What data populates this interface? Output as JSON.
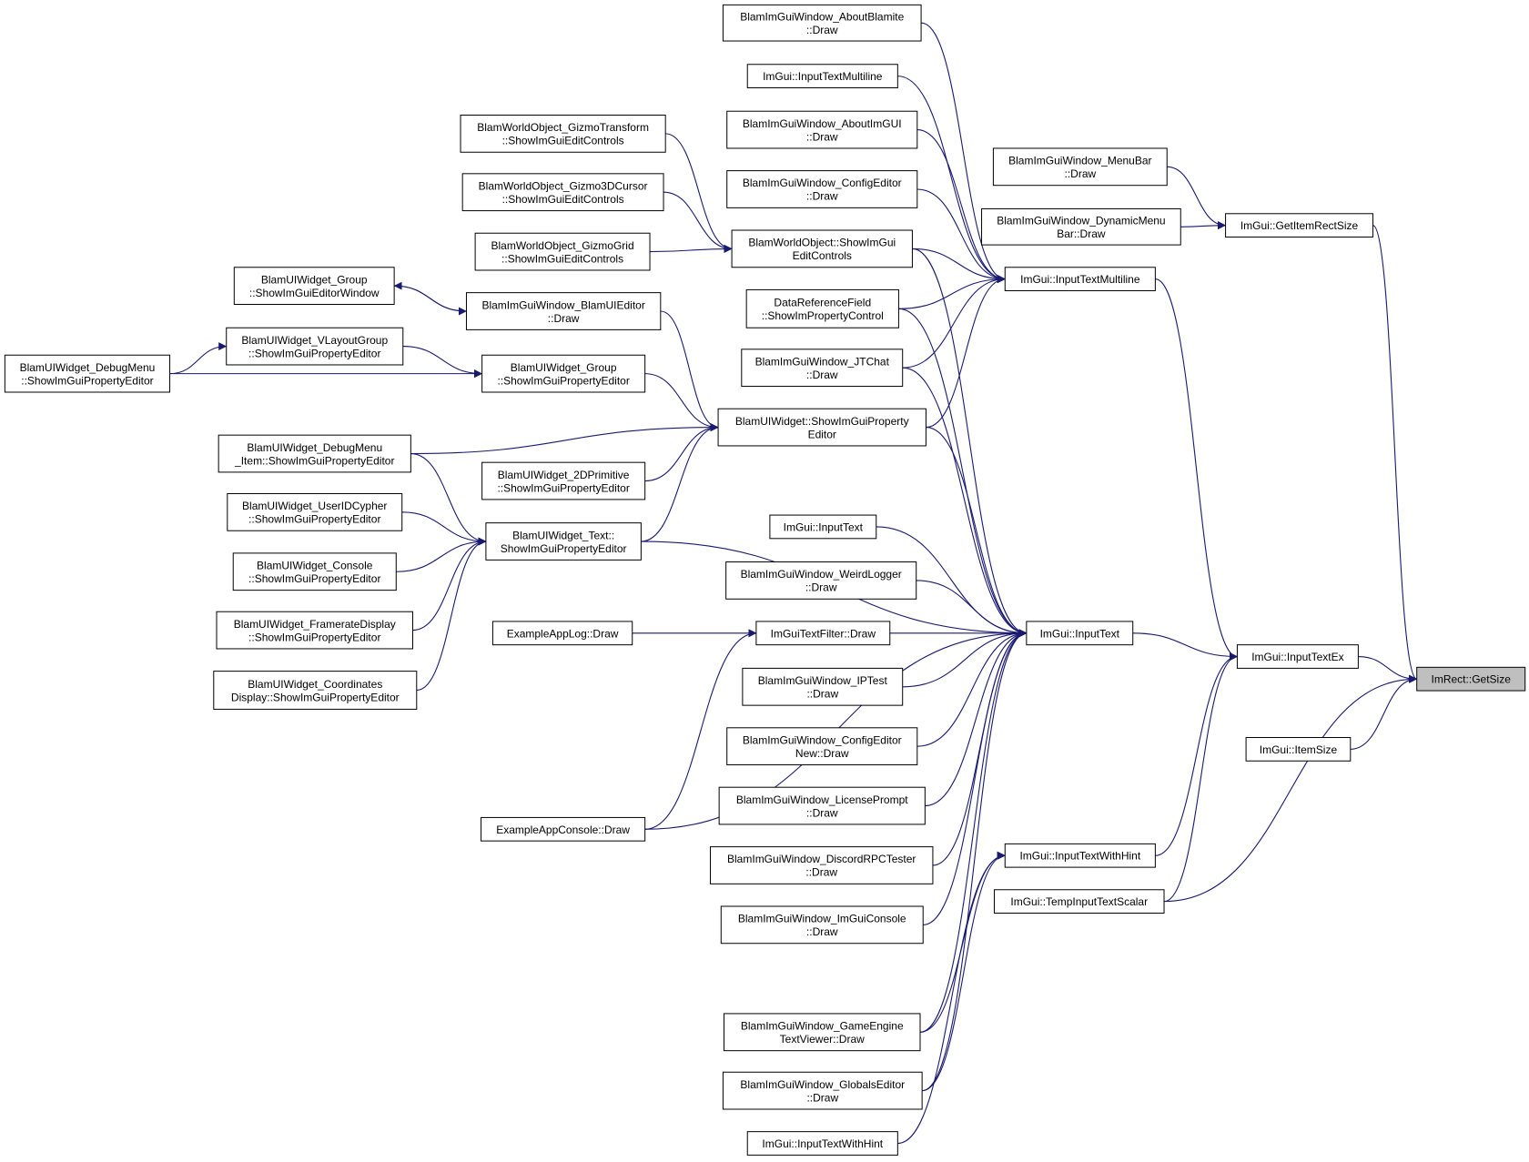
{
  "nodes": [
    {
      "id": "getsize",
      "lines": [
        "ImRect::GetSize"
      ],
      "focus": true
    },
    {
      "id": "inputtextex",
      "lines": [
        "ImGui::InputTextEx"
      ]
    },
    {
      "id": "itemsize",
      "lines": [
        "ImGui::ItemSize"
      ]
    },
    {
      "id": "getitemrectsize",
      "lines": [
        "ImGui::GetItemRectSize"
      ]
    },
    {
      "id": "tempinputtextscalar",
      "lines": [
        "ImGui::TempInputTextScalar"
      ]
    },
    {
      "id": "menubar",
      "lines": [
        "BlamImGuiWindow_MenuBar",
        "::Draw"
      ]
    },
    {
      "id": "dynmenubar",
      "lines": [
        "BlamImGuiWindow_DynamicMenu",
        "Bar::Draw"
      ]
    },
    {
      "id": "inputtextmultiline",
      "lines": [
        "ImGui::InputTextMultiline"
      ]
    },
    {
      "id": "inputtext",
      "lines": [
        "ImGui::InputText"
      ]
    },
    {
      "id": "inputtextwithhint_r",
      "lines": [
        "ImGui::InputTextWithHint"
      ]
    },
    {
      "id": "aboutblamite",
      "lines": [
        "BlamImGuiWindow_AboutBlamite",
        "::Draw"
      ]
    },
    {
      "id": "itm_small",
      "lines": [
        "ImGui::InputTextMultiline"
      ]
    },
    {
      "id": "aboutimgui",
      "lines": [
        "BlamImGuiWindow_AboutImGUI",
        "::Draw"
      ]
    },
    {
      "id": "configeditor",
      "lines": [
        "BlamImGuiWindow_ConfigEditor",
        "::Draw"
      ]
    },
    {
      "id": "worldobj",
      "lines": [
        "BlamWorldObject::ShowImGui",
        "EditControls"
      ]
    },
    {
      "id": "dataref",
      "lines": [
        "DataReferenceField",
        "::ShowImPropertyControl"
      ]
    },
    {
      "id": "jtchat",
      "lines": [
        "BlamImGuiWindow_JTChat",
        "::Draw"
      ]
    },
    {
      "id": "uiwidget",
      "lines": [
        "BlamUIWidget::ShowImGuiProperty",
        "Editor"
      ]
    },
    {
      "id": "it_small",
      "lines": [
        "ImGui::InputText"
      ]
    },
    {
      "id": "weirdlogger",
      "lines": [
        "BlamImGuiWindow_WeirdLogger",
        "::Draw"
      ]
    },
    {
      "id": "textfilter",
      "lines": [
        "ImGuiTextFilter::Draw"
      ]
    },
    {
      "id": "iptest",
      "lines": [
        "BlamImGuiWindow_IPTest",
        "::Draw"
      ]
    },
    {
      "id": "configeditornew",
      "lines": [
        "BlamImGuiWindow_ConfigEditor",
        "New::Draw"
      ]
    },
    {
      "id": "licenseprompt",
      "lines": [
        "BlamImGuiWindow_LicensePrompt",
        "::Draw"
      ]
    },
    {
      "id": "discordrpc",
      "lines": [
        "BlamImGuiWindow_DiscordRPCTester",
        "::Draw"
      ]
    },
    {
      "id": "imguiconsole",
      "lines": [
        "BlamImGuiWindow_ImGuiConsole",
        "::Draw"
      ]
    },
    {
      "id": "gameenginetext",
      "lines": [
        "BlamImGuiWindow_GameEngine",
        "TextViewer::Draw"
      ]
    },
    {
      "id": "globalseditor",
      "lines": [
        "BlamImGuiWindow_GlobalsEditor",
        "::Draw"
      ]
    },
    {
      "id": "itwh_small",
      "lines": [
        "ImGui::InputTextWithHint"
      ]
    },
    {
      "id": "gizmotransform",
      "lines": [
        "BlamWorldObject_GizmoTransform",
        "::ShowImGuiEditControls"
      ]
    },
    {
      "id": "gizmo3d",
      "lines": [
        "BlamWorldObject_Gizmo3DCursor",
        "::ShowImGuiEditControls"
      ]
    },
    {
      "id": "gizmogrid",
      "lines": [
        "BlamWorldObject_GizmoGrid",
        "::ShowImGuiEditControls"
      ]
    },
    {
      "id": "uieditor",
      "lines": [
        "BlamImGuiWindow_BlamUIEditor",
        "::Draw"
      ]
    },
    {
      "id": "group",
      "lines": [
        "BlamUIWidget_Group",
        "::ShowImGuiPropertyEditor"
      ]
    },
    {
      "id": "prim2d",
      "lines": [
        "BlamUIWidget_2DPrimitive",
        "::ShowImGuiPropertyEditor"
      ]
    },
    {
      "id": "text",
      "lines": [
        "BlamUIWidget_Text::",
        "ShowImGuiPropertyEditor"
      ]
    },
    {
      "id": "exapplog",
      "lines": [
        "ExampleAppLog::Draw"
      ]
    },
    {
      "id": "exappconsole",
      "lines": [
        "ExampleAppConsole::Draw"
      ]
    },
    {
      "id": "groupwin",
      "lines": [
        "BlamUIWidget_Group",
        "::ShowImGuiEditorWindow"
      ]
    },
    {
      "id": "vlayout",
      "lines": [
        "BlamUIWidget_VLayoutGroup",
        "::ShowImGuiPropertyEditor"
      ]
    },
    {
      "id": "debugmenuitem",
      "lines": [
        "BlamUIWidget_DebugMenu",
        "_Item::ShowImGuiPropertyEditor"
      ]
    },
    {
      "id": "useridcypher",
      "lines": [
        "BlamUIWidget_UserIDCypher",
        "::ShowImGuiPropertyEditor"
      ]
    },
    {
      "id": "console",
      "lines": [
        "BlamUIWidget_Console",
        "::ShowImGuiPropertyEditor"
      ]
    },
    {
      "id": "framerate",
      "lines": [
        "BlamUIWidget_FramerateDisplay",
        "::ShowImGuiPropertyEditor"
      ]
    },
    {
      "id": "coords",
      "lines": [
        "BlamUIWidget_Coordinates",
        "Display::ShowImGuiPropertyEditor"
      ]
    },
    {
      "id": "debugmenu",
      "lines": [
        "BlamUIWidget_DebugMenu",
        "::ShowImGuiPropertyEditor"
      ]
    }
  ],
  "edges": [
    {
      "from": "inputtextex",
      "to": "getsize"
    },
    {
      "from": "itemsize",
      "to": "getsize"
    },
    {
      "from": "getitemrectsize",
      "to": "getsize"
    },
    {
      "from": "tempinputtextscalar",
      "to": "getsize"
    },
    {
      "from": "menubar",
      "to": "getitemrectsize"
    },
    {
      "from": "dynmenubar",
      "to": "getitemrectsize"
    },
    {
      "from": "inputtextmultiline",
      "to": "inputtextex"
    },
    {
      "from": "inputtext",
      "to": "inputtextex"
    },
    {
      "from": "inputtextwithhint_r",
      "to": "inputtextex"
    },
    {
      "from": "tempinputtextscalar",
      "to": "inputtextex"
    },
    {
      "from": "aboutblamite",
      "to": "inputtextmultiline"
    },
    {
      "from": "itm_small",
      "to": "inputtextmultiline"
    },
    {
      "from": "aboutimgui",
      "to": "inputtextmultiline"
    },
    {
      "from": "configeditor",
      "to": "inputtextmultiline"
    },
    {
      "from": "worldobj",
      "to": "inputtextmultiline"
    },
    {
      "from": "dataref",
      "to": "inputtextmultiline"
    },
    {
      "from": "jtchat",
      "to": "inputtextmultiline"
    },
    {
      "from": "uiwidget",
      "to": "inputtextmultiline"
    },
    {
      "from": "worldobj",
      "to": "inputtext"
    },
    {
      "from": "dataref",
      "to": "inputtext"
    },
    {
      "from": "jtchat",
      "to": "inputtext"
    },
    {
      "from": "uiwidget",
      "to": "inputtext"
    },
    {
      "from": "text",
      "to": "inputtext"
    },
    {
      "from": "it_small",
      "to": "inputtext"
    },
    {
      "from": "weirdlogger",
      "to": "inputtext"
    },
    {
      "from": "textfilter",
      "to": "inputtext"
    },
    {
      "from": "iptest",
      "to": "inputtext"
    },
    {
      "from": "configeditornew",
      "to": "inputtext"
    },
    {
      "from": "licenseprompt",
      "to": "inputtext"
    },
    {
      "from": "discordrpc",
      "to": "inputtext"
    },
    {
      "from": "imguiconsole",
      "to": "inputtext"
    },
    {
      "from": "gameenginetext",
      "to": "inputtext"
    },
    {
      "from": "globalseditor",
      "to": "inputtext"
    },
    {
      "from": "exappconsole",
      "to": "inputtext"
    },
    {
      "from": "gameenginetext",
      "to": "inputtextwithhint_r"
    },
    {
      "from": "globalseditor",
      "to": "inputtextwithhint_r"
    },
    {
      "from": "itwh_small",
      "to": "inputtextwithhint_r"
    },
    {
      "from": "gizmotransform",
      "to": "worldobj"
    },
    {
      "from": "gizmo3d",
      "to": "worldobj"
    },
    {
      "from": "gizmogrid",
      "to": "worldobj"
    },
    {
      "from": "uieditor",
      "to": "uiwidget"
    },
    {
      "from": "group",
      "to": "uiwidget"
    },
    {
      "from": "debugmenuitem",
      "to": "uiwidget"
    },
    {
      "from": "prim2d",
      "to": "uiwidget"
    },
    {
      "from": "text",
      "to": "uiwidget"
    },
    {
      "from": "exapplog",
      "to": "textfilter"
    },
    {
      "from": "exappconsole",
      "to": "textfilter"
    },
    {
      "from": "uieditor",
      "to": "groupwin"
    },
    {
      "from": "groupwin",
      "to": "uieditor"
    },
    {
      "from": "vlayout",
      "to": "group"
    },
    {
      "from": "debugmenu",
      "to": "group"
    },
    {
      "from": "debugmenu",
      "to": "vlayout"
    },
    {
      "from": "debugmenuitem",
      "to": "text"
    },
    {
      "from": "useridcypher",
      "to": "text"
    },
    {
      "from": "console",
      "to": "text"
    },
    {
      "from": "framerate",
      "to": "text"
    },
    {
      "from": "coords",
      "to": "text"
    }
  ]
}
